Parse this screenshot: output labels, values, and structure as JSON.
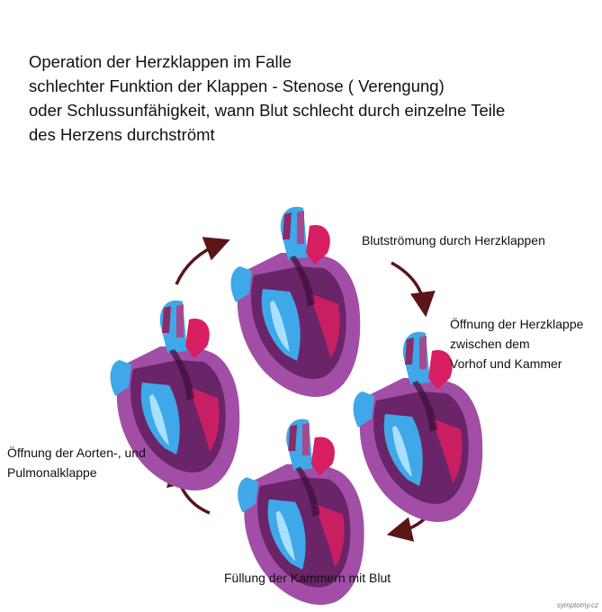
{
  "title": {
    "lines": [
      "Operation der Herzklappen im Falle",
      "schlechter Funktion der Klappen - Stenose  ( Verengung)",
      "oder Schlussunfähigkeit, wann Blut schlecht durch einzelne Teile",
      "des Herzens durchströmt"
    ]
  },
  "labels": {
    "top": "Blutströmung durch Herzklappen",
    "right": [
      "Öffnung der Herzklappe",
      "zwischen dem",
      "Vorhof und Kammer"
    ],
    "bottom": "Füllung der Kammern mit Blut",
    "left": [
      "Öffnung der Aorten-, und",
      "Pulmonalklappe"
    ]
  },
  "colors": {
    "muscle": "#a24ea6",
    "muscle_dark": "#6a2468",
    "blood_blue": "#3fa8e8",
    "blood_light": "#a8e0ff",
    "blood_red": "#d81e63",
    "arrow": "#5a1518"
  },
  "watermark": "symptomy.cz"
}
